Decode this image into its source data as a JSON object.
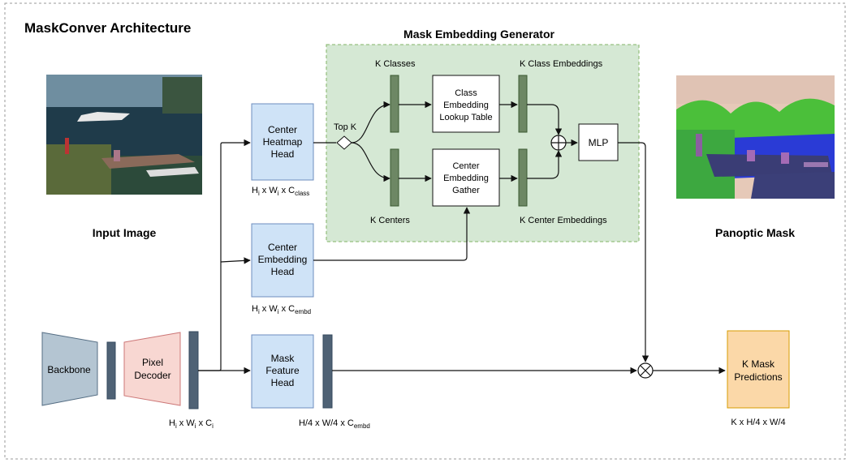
{
  "title": "MaskConver Architecture",
  "generator_title": "Mask Embedding Generator",
  "input_label": "Input Image",
  "output_label": "Panoptic Mask",
  "backbone": "Backbone",
  "pixel_decoder": [
    "Pixel",
    "Decoder"
  ],
  "decoder_dims": {
    "base": "H",
    "mid": " x W",
    "mid2": " x C",
    "sub": "i"
  },
  "heatmap_head": [
    "Center",
    "Heatmap",
    "Head"
  ],
  "heatmap_dims": {
    "text": "H",
    "sub1": "i",
    "text2": " x W",
    "sub2": "i",
    "text3": " x C",
    "sub3": "class"
  },
  "embedding_head": [
    "Center",
    "Embedding",
    "Head"
  ],
  "embedding_dims": {
    "text": "H",
    "sub1": "i",
    "text2": " x W",
    "sub2": "i",
    "text3": " x C",
    "sub3": "embd"
  },
  "mask_feature_head": [
    "Mask",
    "Feature",
    "Head"
  ],
  "mask_feature_dims": {
    "text": "H/4 x W/4 x C",
    "sub": "embd"
  },
  "top_k": "Top K",
  "k_classes": "K Classes",
  "k_centers": "K Centers",
  "k_class_embeddings": "K Class Embeddings",
  "k_center_embeddings": "K Center Embeddings",
  "class_lookup": [
    "Class",
    "Embedding",
    "Lookup Table"
  ],
  "center_gather": [
    "Center",
    "Embedding",
    "Gather"
  ],
  "mlp": "MLP",
  "k_mask_predictions": [
    "K Mask",
    "Predictions"
  ],
  "output_dims": "K x H/4 x W/4",
  "colors": {
    "head_fill": "#cfe3f7",
    "head_stroke": "#6c8ebf",
    "generator_fill": "#d5e8d4",
    "generator_stroke": "#82b366",
    "green_bar": "#6d8764",
    "slate_bar": "#4f6275",
    "backbone_fill": "#b4c5d2",
    "decoder_fill": "#f8d7d2",
    "output_fill": "#fbd8a8",
    "output_stroke": "#d79b00"
  }
}
